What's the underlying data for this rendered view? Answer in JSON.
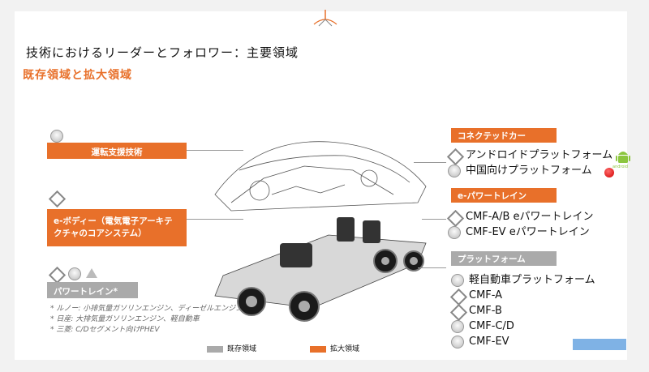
{
  "header": {
    "title": "技術におけるリーダーとフォロワー：主要領域",
    "subtitle": "既存領域と拡大領域"
  },
  "left": {
    "adas_label": "運転支援技術",
    "ebody_label": "e-ボディー（電気電子アーキテクチャのコアシステム）",
    "powertrain_label": "パワートレイン*",
    "notes": [
      "* ルノー: 小排気量ガソリンエンジン、ディーゼルエンジン",
      "* 日産: 大排気量ガソリンエンジン、軽自動車",
      "* 三菱: C/Dセグメント向けPHEV"
    ]
  },
  "right": {
    "connected": {
      "label": "コネクテッドカー",
      "items": [
        {
          "text": "アンドロイドプラットフォーム",
          "icon": "renault-diamond-icon"
        },
        {
          "text": "中国向けプラットフォーム",
          "icon": "nissan-badge-icon"
        }
      ],
      "android_badge": "android"
    },
    "epowertrain": {
      "label": "e-パワートレイン",
      "items": [
        {
          "text": "CMF-A/B eパワートレイン",
          "icon": "renault-diamond-icon"
        },
        {
          "text": "CMF-EV eパワートレイン",
          "icon": "nissan-badge-icon"
        }
      ]
    },
    "platform": {
      "label": "プラットフォーム",
      "items": [
        {
          "text": "軽自動車プラットフォーム",
          "icon": "nissan-badge-icon"
        },
        {
          "text": "CMF-A",
          "icon": "renault-diamond-icon"
        },
        {
          "text": "CMF-B",
          "icon": "renault-diamond-icon"
        },
        {
          "text": "CMF-C/D",
          "icon": "nissan-badge-icon"
        },
        {
          "text": "CMF-EV",
          "icon": "nissan-badge-icon"
        }
      ]
    }
  },
  "legend": {
    "existing": "既存領域",
    "expanded": "拡大領域",
    "existing_color": "#aaaaaa",
    "expanded_color": "#e8702a"
  },
  "colors": {
    "accent": "#e8702a",
    "gray": "#aaaaaa"
  }
}
